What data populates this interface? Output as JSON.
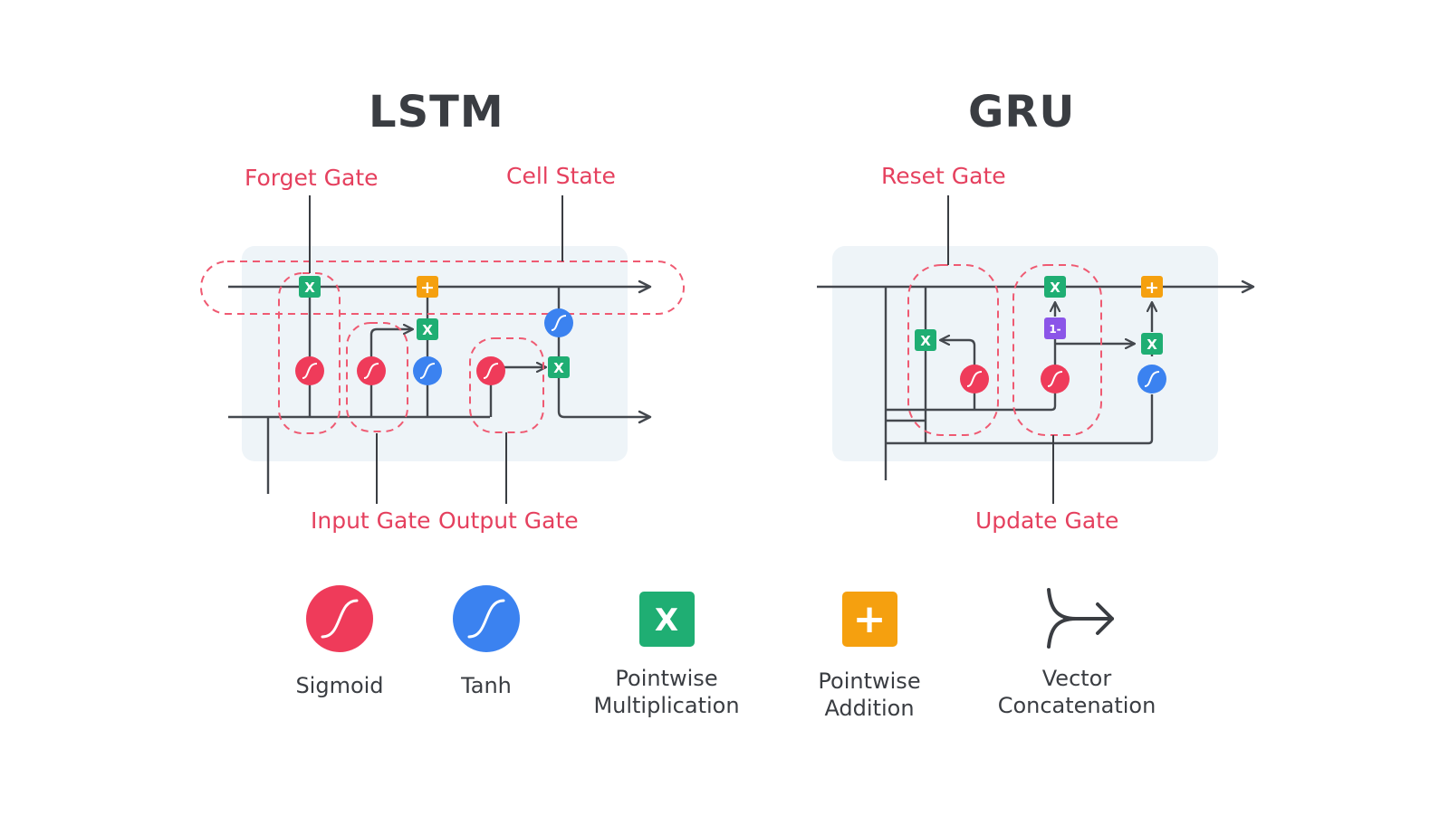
{
  "colors": {
    "line": "#44484e",
    "label": "#e5405e",
    "sigmoid": "#ef3b5a",
    "tanh": "#3b82f0",
    "multiply": "#1fae73",
    "add": "#f5a00f",
    "one_minus": "#8b55e8",
    "panel": "#eef4f8"
  },
  "lstm": {
    "title": "LSTM",
    "labels": {
      "forget_gate": "Forget Gate",
      "cell_state": "Cell State",
      "input_gate": "Input Gate",
      "output_gate": "Output Gate"
    }
  },
  "gru": {
    "title": "GRU",
    "labels": {
      "reset_gate": "Reset Gate",
      "update_gate": "Update Gate"
    },
    "one_minus_label": "1-"
  },
  "glyphs": {
    "multiply": "X",
    "add": "+"
  },
  "legend": {
    "sigmoid": "Sigmoid",
    "tanh": "Tanh",
    "multiply_l1": "Pointwise",
    "multiply_l2": "Multiplication",
    "add_l1": "Pointwise",
    "add_l2": "Addition",
    "concat_l1": "Vector",
    "concat_l2": "Concatenation"
  }
}
